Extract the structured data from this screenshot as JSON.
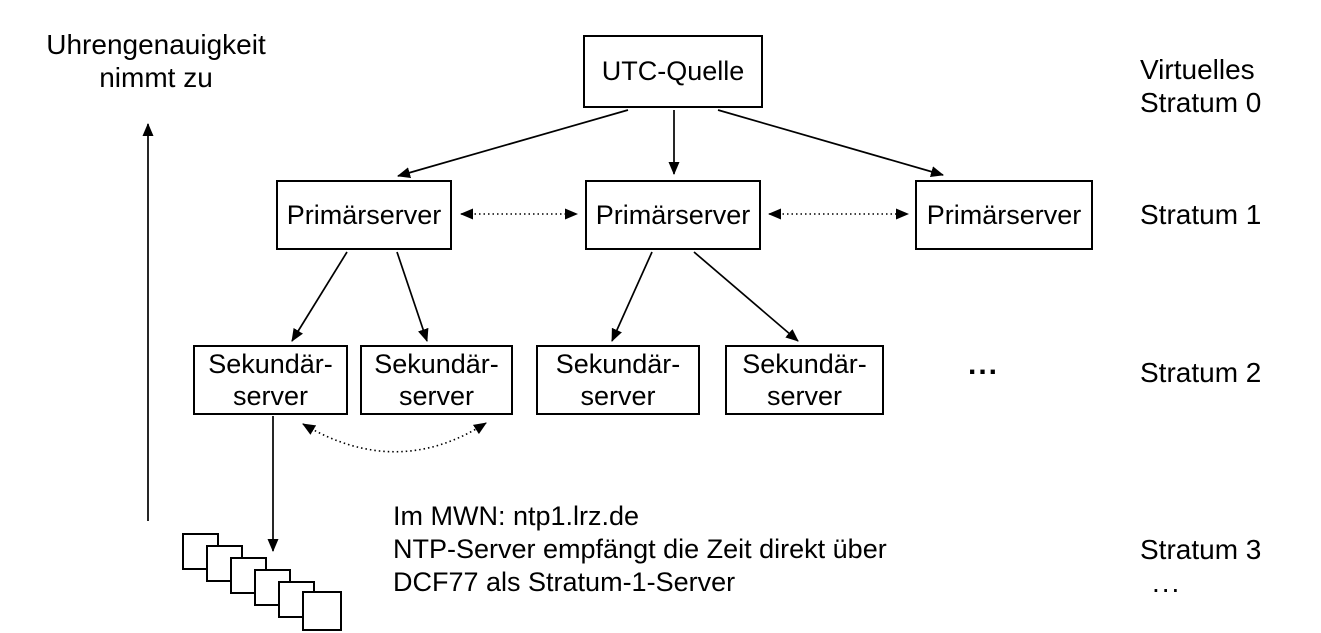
{
  "axis_label": {
    "line1": "Uhrengenauigkeit",
    "line2": "nimmt zu"
  },
  "nodes": {
    "utc": {
      "label": "UTC-Quelle"
    },
    "primary": [
      {
        "label": "Primärserver"
      },
      {
        "label": "Primärserver"
      },
      {
        "label": "Primärserver"
      }
    ],
    "secondary": [
      {
        "line1": "Sekundär-",
        "line2": "server"
      },
      {
        "line1": "Sekundär-",
        "line2": "server"
      },
      {
        "line1": "Sekundär-",
        "line2": "server"
      },
      {
        "line1": "Sekundär-",
        "line2": "server"
      }
    ],
    "more_secondary": "..."
  },
  "stratum_labels": {
    "s0_line1": "Virtuelles",
    "s0_line2": "Stratum 0",
    "s1": "Stratum 1",
    "s2": "Stratum 2",
    "s3": "Stratum 3",
    "s3_more": "..."
  },
  "note": {
    "line1": "Im MWN: ntp1.lrz.de",
    "line2": "NTP-Server empfängt die Zeit direkt über",
    "line3": "DCF77 als Stratum-1-Server"
  },
  "icons": {
    "cascade": "stacked-squares-icon"
  },
  "colors": {
    "line": "#000000",
    "box_border": "#000000",
    "background": "#ffffff",
    "text": "#000000"
  }
}
